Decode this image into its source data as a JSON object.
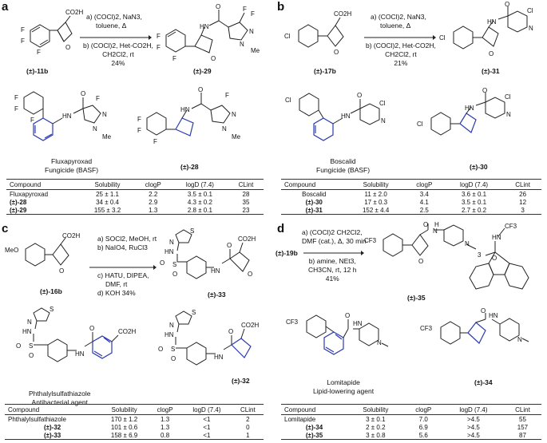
{
  "panels": {
    "a": {
      "label": "a",
      "start": "(±)-11b",
      "start_num": "11b",
      "conditions": [
        "a) (COCl)2, NaN3,",
        "toluene, Δ",
        "b) (COCl)2, Het-CO2H,",
        "CH2Cl2, rt",
        "24%"
      ],
      "product": "(±)-29",
      "ref_name": "Fluxapyroxad",
      "ref_use": "Fungicide (BASF)",
      "analog": "(±)-28",
      "table": {
        "headers": [
          "Compound",
          "Solubility",
          "clogP",
          "logD (7.4)",
          "CLint"
        ],
        "rows": [
          [
            "Fluxapyroxad",
            "25 ± 1.1",
            "2.2",
            "3.5 ± 0.1",
            "28"
          ],
          [
            "(±)-28",
            "34 ± 0.4",
            "2.9",
            "4.3 ± 0.2",
            "35"
          ],
          [
            "(±)-29",
            "155 ± 3.2",
            "1.3",
            "2.8 ± 0.1",
            "23"
          ]
        ]
      }
    },
    "b": {
      "label": "b",
      "start": "(±)-17b",
      "conditions": [
        "a) (COCl)2, NaN3,",
        "toluene, Δ",
        "b) (COCl)2, Het-CO2H,",
        "CH2Cl2, rt",
        "21%"
      ],
      "product": "(±)-31",
      "ref_name": "Boscalid",
      "ref_use": "Fungicide (BASF)",
      "analog": "(±)-30",
      "table": {
        "headers": [
          "Compound",
          "Solubility",
          "clogP",
          "logD (7.4)",
          "CLint"
        ],
        "rows": [
          [
            "Boscalid",
            "11 ± 2.0",
            "3.4",
            "3.6 ± 0.1",
            "26"
          ],
          [
            "(±)-30",
            "17 ± 0.3",
            "4.1",
            "3.5 ± 0.1",
            "12"
          ],
          [
            "(±)-31",
            "152 ± 4.4",
            "2.5",
            "2.7 ± 0.2",
            "3"
          ]
        ]
      }
    },
    "c": {
      "label": "c",
      "start": "(±)-16b",
      "conditions": [
        "a) SOCl2, MeOH, rt",
        "b) NaIO4, RuCl3",
        "c) HATU, DIPEA,",
        "DMF, rt",
        "d) KOH 34%"
      ],
      "product": "(±)-33",
      "ref_name": "Phthalylsulfathiazole",
      "ref_use": "Antibacterial agent",
      "analog": "(±)-32",
      "table": {
        "headers": [
          "Compound",
          "Solubility",
          "clogP",
          "logD (7.4)",
          "CLint"
        ],
        "rows": [
          [
            "Phthalylsulfathiazole",
            "170 ± 1.2",
            "1.3",
            "<1",
            "2"
          ],
          [
            "(±)-32",
            "101 ± 0.6",
            "1.3",
            "<1",
            "0"
          ],
          [
            "(±)-33",
            "158 ± 6.9",
            "0.8",
            "<1",
            "1"
          ]
        ]
      }
    },
    "d": {
      "label": "d",
      "start": "(±)-19b",
      "conditions": [
        "a) (COCl)2 CH2Cl2,",
        "DMF (cat.), Δ, 30 min",
        "b) amine, NEt3,",
        "CH3CN, rt, 12 h",
        "41%"
      ],
      "product": "(±)-35",
      "ref_name": "Lomitapide",
      "ref_use": "Lipid-lowering agent",
      "analog": "(±)-34",
      "table": {
        "headers": [
          "Compound",
          "Solubility",
          "clogP",
          "logD (7.4)",
          "CLint"
        ],
        "rows": [
          [
            "Lomitapide",
            "3 ± 0.1",
            "7.0",
            ">4.5",
            "55"
          ],
          [
            "(±)-34",
            "2 ± 0.2",
            "6.9",
            ">4.5",
            "157"
          ],
          [
            "(±)-35",
            "3 ± 0.8",
            "5.6",
            ">4.5",
            "87"
          ]
        ]
      }
    }
  },
  "atoms": {
    "F": "F",
    "Cl": "Cl",
    "N": "N",
    "NH": "N",
    "H": "H",
    "O": "O",
    "S": "S",
    "Me": "Me",
    "CO2H": "CO2H",
    "MeO": "MeO",
    "CF3": "CF3",
    "HN": "HN",
    "subscript3": "3"
  }
}
